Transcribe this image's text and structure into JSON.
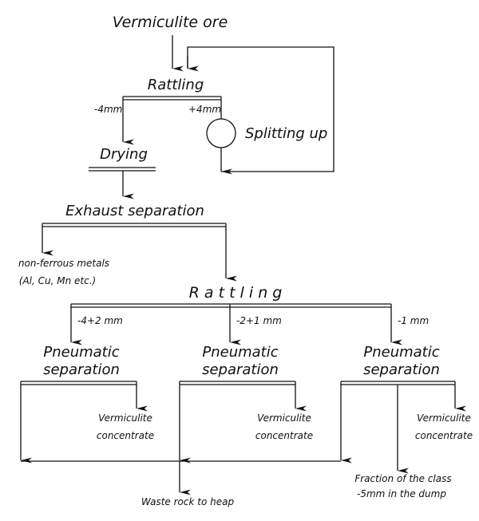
{
  "diagram": {
    "type": "process-flowchart",
    "nodes": {
      "input": "Vermiculite ore",
      "rattling1": "Rattling",
      "splitting": "Splitting up",
      "drying": "Drying",
      "exhaust": "Exhaust separation",
      "nonferrous_line1": "non-ferrous metals",
      "nonferrous_line2": "(Al, Cu, Mn etc.)",
      "rattling2": "R a t t l i n g",
      "pneumatic1_line1": "Pneumatic",
      "pneumatic1_line2": "separation",
      "pneumatic2_line1": "Pneumatic",
      "pneumatic2_line2": "separation",
      "pneumatic3_line1": "Pneumatic",
      "pneumatic3_line2": "separation",
      "conc1_line1": "Vermiculite",
      "conc1_line2": "concentrate",
      "conc2_line1": "Vermiculite",
      "conc2_line2": "concentrate",
      "conc3_line1": "Vermiculite",
      "conc3_line2": "concentrate",
      "waste": "Waste rock to heap",
      "fraction_line1": "Fraction of the class",
      "fraction_line2": "-5mm in the dump"
    },
    "edge_labels": {
      "minus4": "-4mm",
      "plus4": "+4mm",
      "frac1": "-4+2 mm",
      "frac2": "-2+1 mm",
      "frac3": "-1 mm"
    },
    "edges": [
      {
        "from": "Vermiculite ore",
        "to": "Rattling"
      },
      {
        "from": "Rattling",
        "to": "Drying",
        "label": "-4mm"
      },
      {
        "from": "Rattling",
        "to": "Splitting up",
        "label": "+4mm"
      },
      {
        "from": "Splitting up",
        "to": "Rattling",
        "note": "recycle loop"
      },
      {
        "from": "Drying",
        "to": "Exhaust separation"
      },
      {
        "from": "Exhaust separation",
        "to": "non-ferrous metals (Al, Cu, Mn etc.)"
      },
      {
        "from": "Exhaust separation",
        "to": "R a t t l i n g"
      },
      {
        "from": "R a t t l i n g",
        "to": "Pneumatic separation 1",
        "label": "-4+2 mm"
      },
      {
        "from": "R a t t l i n g",
        "to": "Pneumatic separation 2",
        "label": "-2+1 mm"
      },
      {
        "from": "R a t t l i n g",
        "to": "Pneumatic separation 3",
        "label": "-1 mm"
      },
      {
        "from": "Pneumatic separation 1",
        "to": "Vermiculite concentrate"
      },
      {
        "from": "Pneumatic separation 2",
        "to": "Vermiculite concentrate"
      },
      {
        "from": "Pneumatic separation 3",
        "to": "Vermiculite concentrate"
      },
      {
        "from": "Pneumatic separation 3",
        "to": "Fraction of the class -5mm in the dump"
      },
      {
        "from": "Pneumatic separations (tailings)",
        "to": "Waste rock to heap"
      }
    ]
  }
}
